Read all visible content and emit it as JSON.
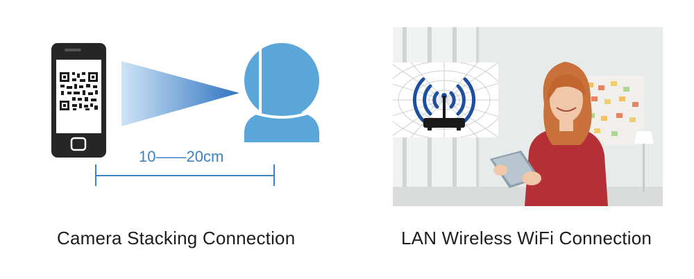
{
  "left_panel": {
    "distance_label": "10——20cm",
    "caption": "Camera Stacking Connection"
  },
  "right_panel": {
    "caption": "LAN Wireless WiFi Connection"
  },
  "colors": {
    "camera_blue": "#5aa6d8",
    "accent_blue": "#3b82c4",
    "phone_dark": "#262626",
    "router_blue": "#1d4f9c"
  },
  "icons": [
    "smartphone-qr-icon",
    "scan-beam-icon",
    "camera-icon",
    "wifi-router-icon"
  ]
}
